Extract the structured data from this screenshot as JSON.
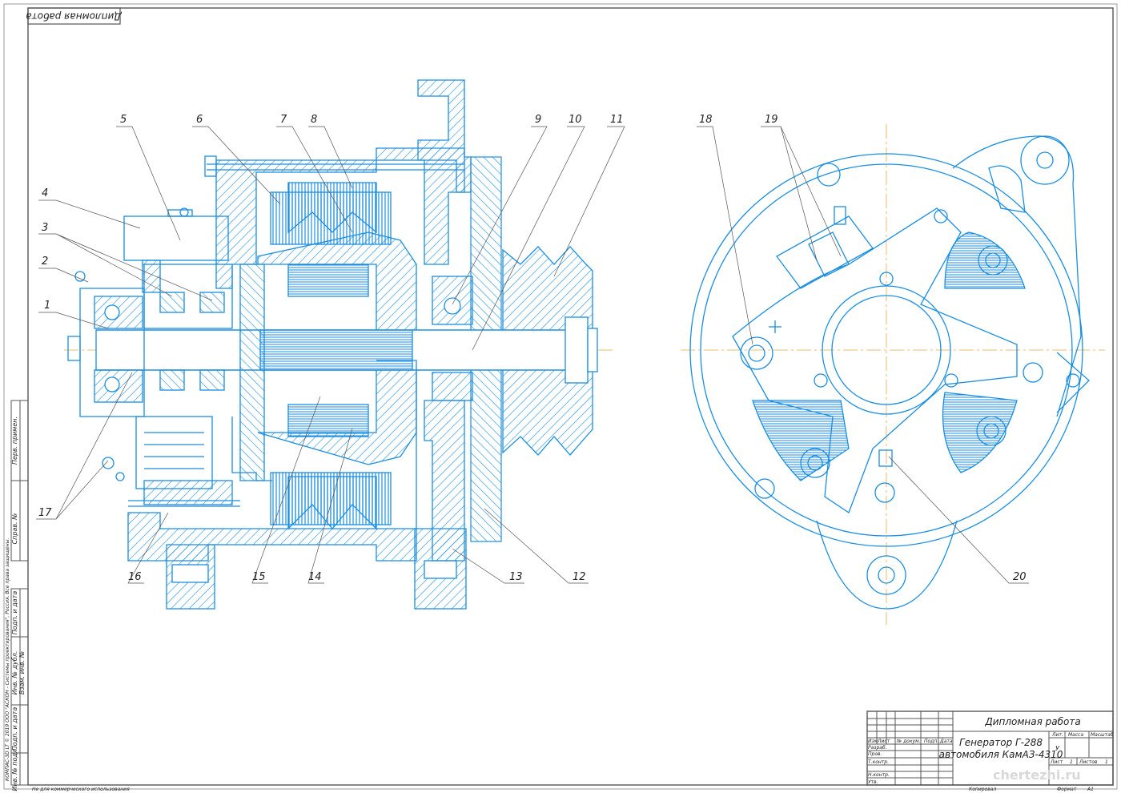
{
  "corner_stamp": "Дипломная работа",
  "part_numbers": [
    "1",
    "2",
    "3",
    "4",
    "5",
    "6",
    "7",
    "8",
    "9",
    "10",
    "11",
    "12",
    "13",
    "14",
    "15",
    "16",
    "17",
    "18",
    "19",
    "20"
  ],
  "title_block": {
    "work_type": "Дипломная работа",
    "title_line1": "Генератор Г-288",
    "title_line2": "автомобиля КамАЗ-4310",
    "cols": {
      "izm": "Изм",
      "list": "Лист",
      "doc_no": "№ докум.",
      "sign": "Подп.",
      "date": "Дата"
    },
    "rows": {
      "razrab": "Разраб.",
      "prov": "Пров.",
      "tkontr": "Т.контр.",
      "nkontr": "Н.контр.",
      "utv": "Утв."
    },
    "lit_label": "Лит.",
    "lit_value": "У",
    "mass_label": "Масса",
    "scale_label": "Масштаб",
    "sheet_label": "Лист",
    "sheet_value": "1",
    "sheets_label": "Листов",
    "sheets_value": "1",
    "copied": "Копировал",
    "format_label": "Формат",
    "format_value": "A1"
  },
  "side_stamp": {
    "perv_primen": "Перв. примен.",
    "sprav_no": "Справ. №",
    "podp_data_1": "Подп. и дата",
    "inv_dubl": "Инв. № дубл.",
    "vzam_inv": "Взам. инв. №",
    "podp_data_2": "Подп. и дата",
    "inv_podl": "Инв. № подл.",
    "kompas": "КОМПАС-3D LT © 2019 ООО \"АСКОН - Системы проектирования\", Россия. Все права защищены."
  },
  "footer_note": "Не для коммерческого использования",
  "watermark": "chertezhi.ru",
  "colors": {
    "line": "#1a8ee0",
    "frame": "#555555",
    "text": "#222222"
  }
}
